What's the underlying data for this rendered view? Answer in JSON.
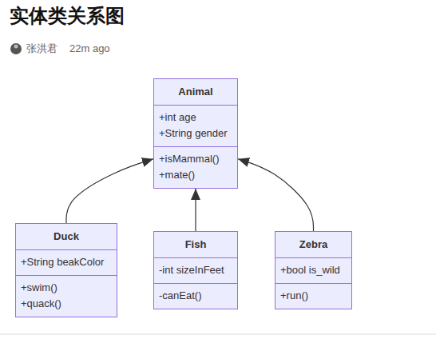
{
  "diagram": {
    "title": "实体类关系图",
    "nodes": [
      {
        "text": [
          "Animal",
          "+int age",
          "+String gender",
          "+isMammal()",
          "+mate()"
        ]
      },
      {
        "text": [
          "Duck",
          "+String beakColor",
          "+swim()",
          "+quack()"
        ]
      },
      {
        "text": [
          "Fish",
          "-int sizeInFeet",
          "-canEat()"
        ]
      },
      {
        "text": [
          "Zebra",
          "+bool is_wild",
          "+run()"
        ]
      }
    ],
    "edges": [
      {
        "from": 1,
        "to": 0,
        "arrow": "to"
      },
      {
        "from": 2,
        "to": 0,
        "arrow": "to"
      },
      {
        "from": 3,
        "to": 0,
        "arrow": "to"
      }
    ],
    "labels": [
      "张洪君",
      "22m ago"
    ]
  }
}
